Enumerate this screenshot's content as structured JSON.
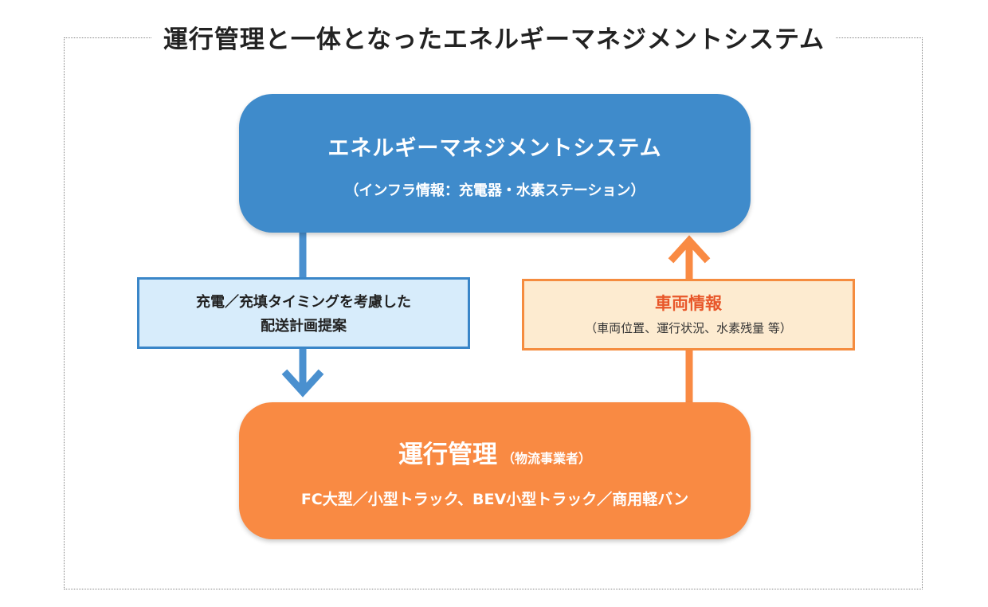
{
  "title": "運行管理と一体となったエネルギーマネジメントシステム",
  "ems": {
    "heading": "エネルギーマネジメントシステム",
    "sub": "（インフラ情報：充電器・水素ステーション）"
  },
  "plan": {
    "line1": "充電／充填タイミングを考慮した",
    "line2": "配送計画提案"
  },
  "vehicle_info": {
    "heading": "車両情報",
    "sub": "（車両位置、運行状況、水素残量 等）"
  },
  "operations": {
    "heading": "運行管理",
    "heading_note": "（物流事業者）",
    "sub": "FC大型／小型トラック、BEV小型トラック／商用軽バン"
  },
  "colors": {
    "blue": "#3f8bcb",
    "orange": "#f98a43",
    "accent_red": "#e8572a"
  }
}
